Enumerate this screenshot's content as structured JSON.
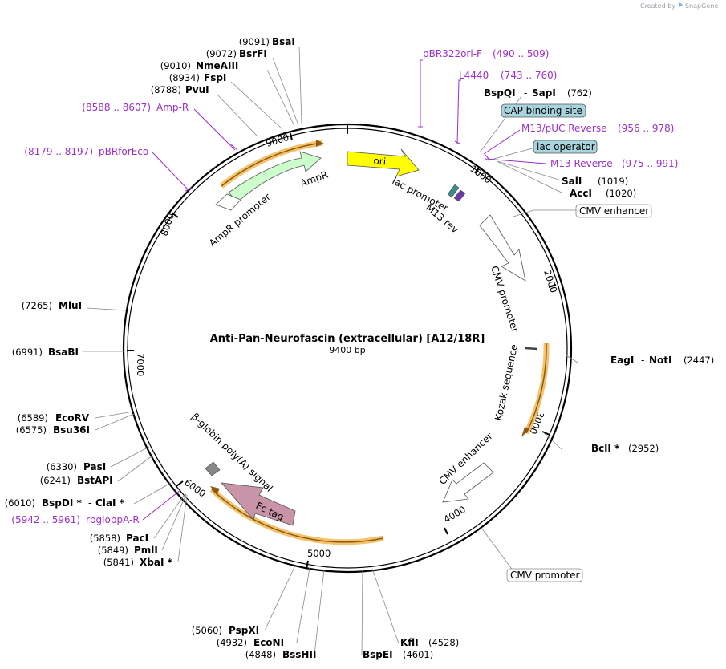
{
  "credit": "Created by",
  "brand": "SnapGene",
  "plasmid": {
    "name": "Anti-Pan-Neurofascin (extracellular) [A12/18R]",
    "size": "9400 bp"
  },
  "ticks": [
    "1000",
    "2000",
    "3000",
    "4000",
    "5000",
    "6000",
    "7000",
    "8000",
    "9000"
  ],
  "sites": {
    "bsai": {
      "pos": "(9091)",
      "name": "BsaI"
    },
    "bsrfi": {
      "pos": "(9072)",
      "name": "BsrFI"
    },
    "nmeaiii": {
      "pos": "(9010)",
      "name": "NmeAIII"
    },
    "fspi": {
      "pos": "(8934)",
      "name": "FspI"
    },
    "pvui": {
      "pos": "(8788)",
      "name": "PvuI"
    },
    "bspqi": {
      "name": "BspQI",
      "sep": "-",
      "name2": "SapI",
      "pos": "(762)"
    },
    "sali": {
      "name": "SalI",
      "pos": "(1019)"
    },
    "acci": {
      "name": "AccI",
      "pos": "(1020)"
    },
    "mlui": {
      "pos": "(7265)",
      "name": "MluI"
    },
    "bsabi": {
      "pos": "(6991)",
      "name": "BsaBI"
    },
    "eagi": {
      "name": "EagI",
      "sep": "-",
      "name2": "NotI",
      "pos": "(2447)"
    },
    "ecorv": {
      "pos": "(6589)",
      "name": "EcoRV"
    },
    "bsu36i": {
      "pos": "(6575)",
      "name": "Bsu36I"
    },
    "bcli": {
      "name": "BclI *",
      "pos": "(2952)"
    },
    "pasi": {
      "pos": "(6330)",
      "name": "PasI"
    },
    "bstapi": {
      "pos": "(6241)",
      "name": "BstAPI"
    },
    "bspdi": {
      "pos": "(6010)",
      "name": "BspDI *",
      "sep": "-",
      "name2": "ClaI *"
    },
    "paci": {
      "pos": "(5858)",
      "name": "PacI"
    },
    "pmli": {
      "pos": "(5849)",
      "name": "PmlI"
    },
    "xbai": {
      "pos": "(5841)",
      "name": "XbaI *"
    },
    "pspxi": {
      "pos": "(5060)",
      "name": "PspXI"
    },
    "econi": {
      "pos": "(4932)",
      "name": "EcoNI"
    },
    "bsshii": {
      "pos": "(4848)",
      "name": "BssHII"
    },
    "kfli": {
      "name": "KflI",
      "pos": "(4528)"
    },
    "bspei": {
      "name": "BspEI",
      "pos": "(4601)"
    }
  },
  "primers": {
    "pbr322": {
      "name": "pBR322ori-F",
      "range": "(490 .. 509)"
    },
    "l4440": {
      "name": "L4440",
      "range": "(743 .. 760)"
    },
    "m13puc": {
      "name": "M13/pUC Reverse",
      "range": "(956 .. 978)"
    },
    "m13rev": {
      "name": "M13 Reverse",
      "range": "(975 .. 991)"
    },
    "ampr": {
      "range": "(8588 .. 8607)",
      "name": "Amp-R"
    },
    "pbrforeco": {
      "range": "(8179 .. 8197)",
      "name": "pBRforEco"
    },
    "rbglobpa": {
      "range": "(5942 .. 5961)",
      "name": "rbglobpA-R"
    }
  },
  "features": {
    "cap": "CAP binding site",
    "lacop": "lac operator",
    "cmvenh": "CMV enhancer",
    "cmvprom": "CMV promoter",
    "ori": "ori",
    "lacprom": "lac promoter",
    "m13revf": "M13 rev",
    "cmvprom_in": "CMV promoter",
    "kozak": "Kozak sequence",
    "cmvenh_in": "CMV enhancer",
    "fctag": "Fc tag",
    "betaglobin": "β-globin poly(A) signal",
    "ampr": "AmpR",
    "amprprom": "AmpR promoter"
  },
  "colors": {
    "primer": "#9b30c8",
    "ori": "#ffff00",
    "ampr": "#ccffcc",
    "fctag": "#c994a8",
    "orf": "#f5c26b",
    "cap_box": "#a8d4de"
  }
}
